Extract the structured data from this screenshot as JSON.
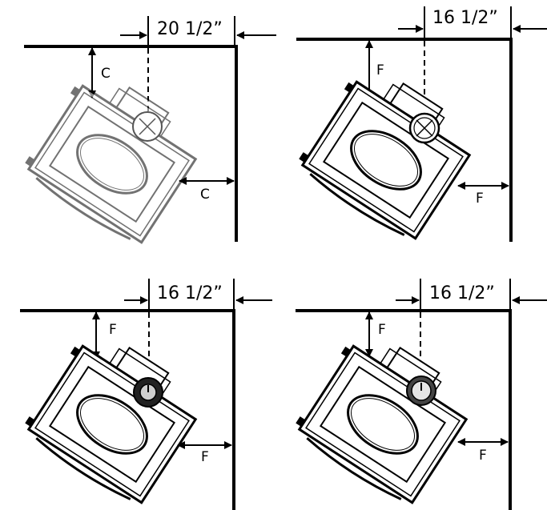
{
  "colors": {
    "ink": "#000000",
    "outline_light": "#6f6f6f",
    "background": "#ffffff"
  },
  "panels": [
    {
      "dimension": "20 1/2”",
      "wall_label": "C",
      "side_label": "C",
      "variant": "outline"
    },
    {
      "dimension": "16 1/2”",
      "wall_label": "F",
      "side_label": "F",
      "variant": "outline-bold"
    },
    {
      "dimension": "16 1/2”",
      "wall_label": "F",
      "side_label": "F",
      "variant": "dark-collar"
    },
    {
      "dimension": "16 1/2”",
      "wall_label": "F",
      "side_label": "F",
      "variant": "light-collar"
    }
  ]
}
